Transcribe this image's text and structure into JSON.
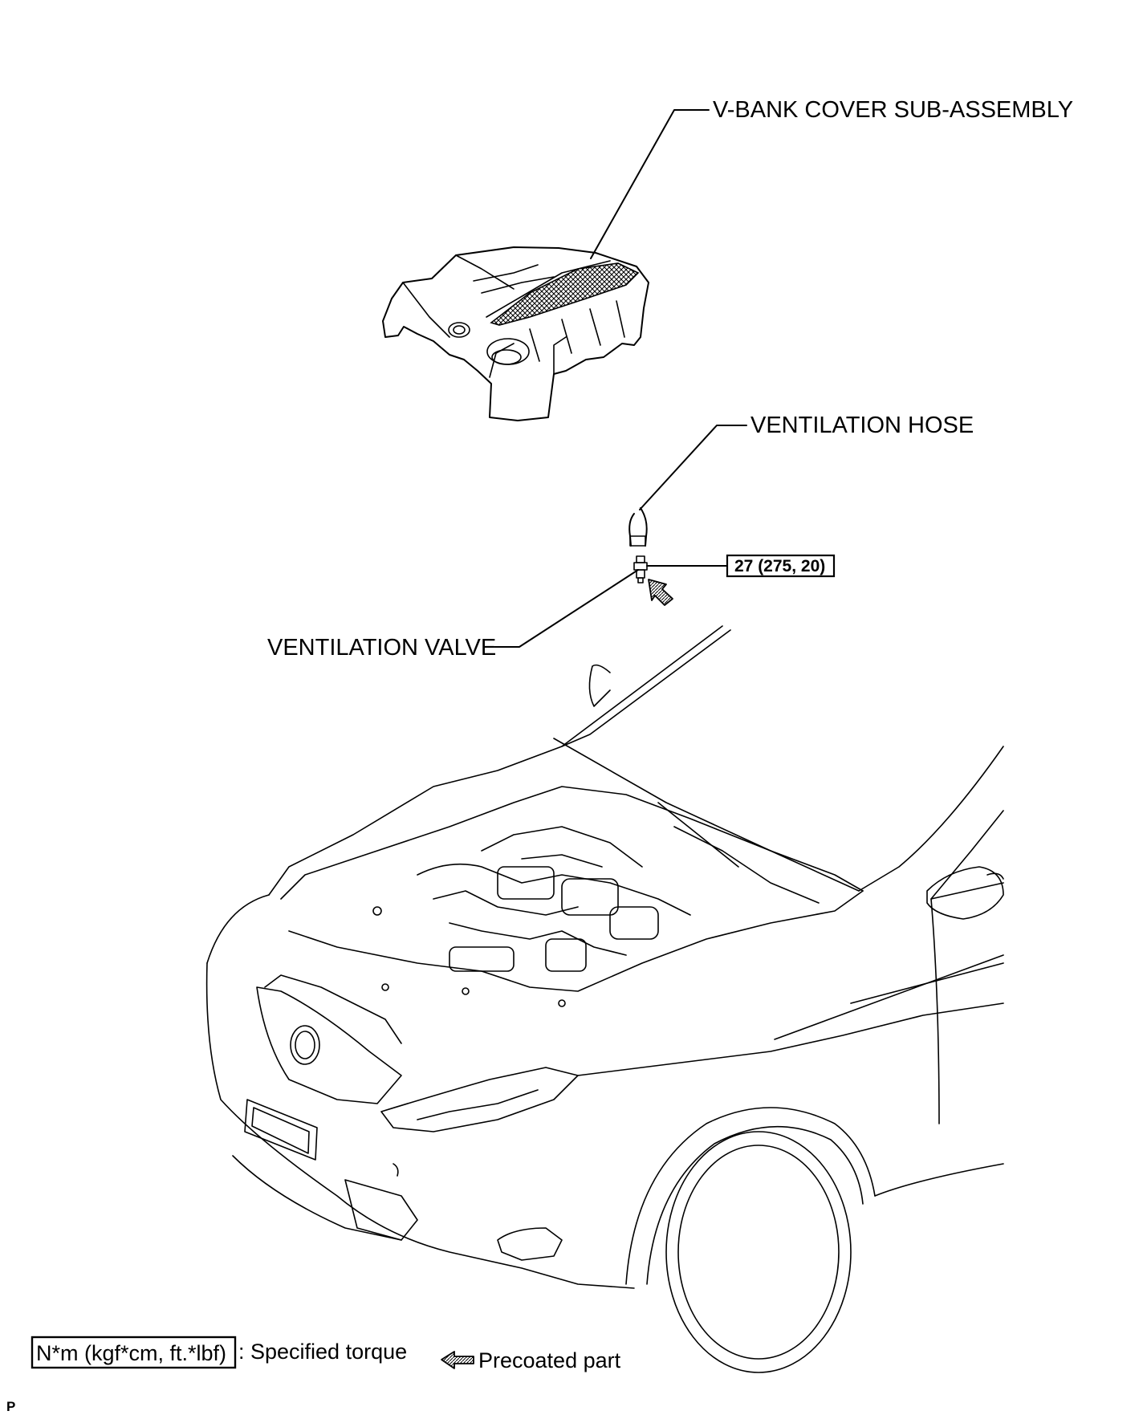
{
  "labels": {
    "vbank_cover": "V-BANK COVER SUB-ASSEMBLY",
    "ventilation_hose": "VENTILATION HOSE",
    "ventilation_valve": "VENTILATION VALVE",
    "torque_spec": "27 (275, 20)"
  },
  "legend": {
    "torque_units": "N*m (kgf*cm, ft.*lbf)",
    "torque_desc": ": Specified torque",
    "precoated_desc": "Precoated part",
    "precoated_icon": "precoat-arrow-icon"
  },
  "corner_mark": "P"
}
